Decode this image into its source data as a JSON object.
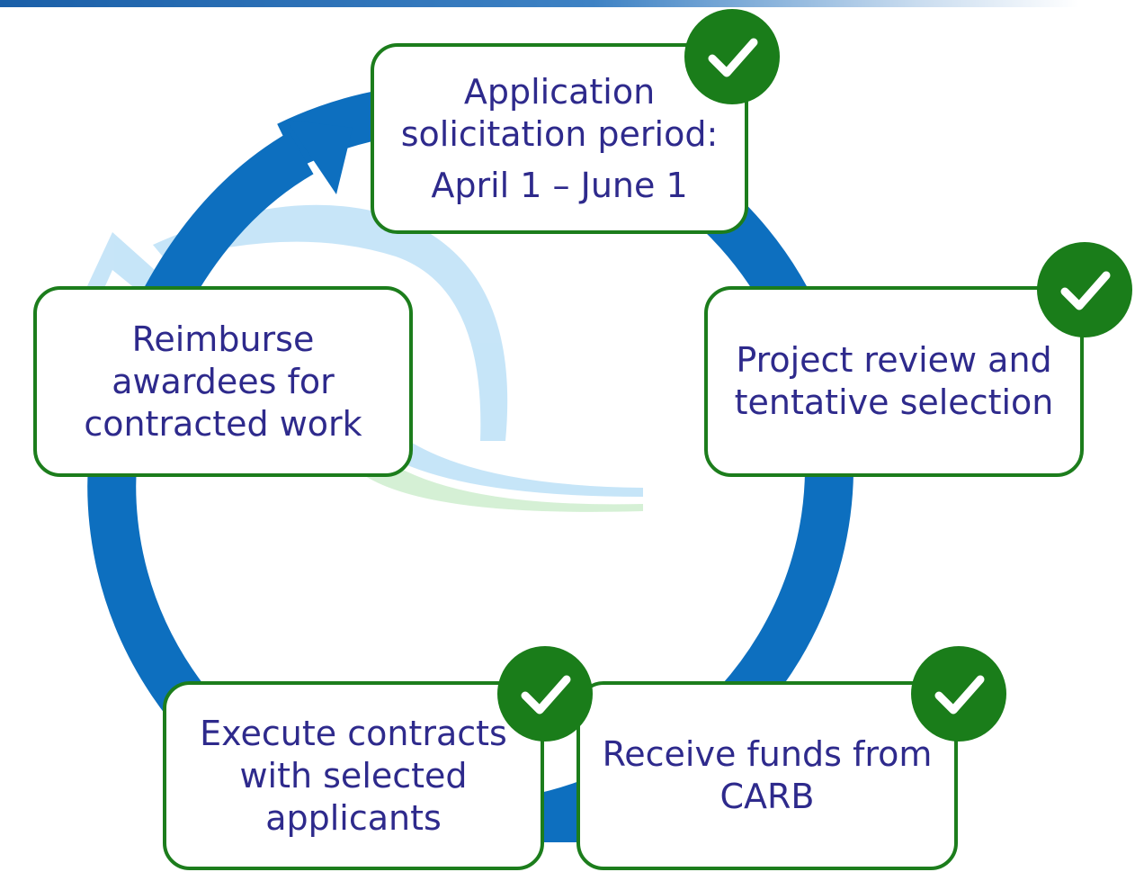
{
  "colors": {
    "cycle_arrow": "#0d6fbf",
    "box_border": "#1c7d1c",
    "check_badge": "#1a7d1a",
    "text": "#2e2a8c",
    "watermark_blue": "#bfe0f7",
    "watermark_green": "#cdeecd"
  },
  "steps": [
    {
      "id": "application",
      "lines": [
        "Application",
        "solicitation period:"
      ],
      "dates": "April 1 – June 1",
      "completed": true
    },
    {
      "id": "review",
      "lines": [
        "Project review and",
        "tentative selection"
      ],
      "completed": true
    },
    {
      "id": "funds",
      "lines": [
        "Receive funds from",
        "CARB"
      ],
      "completed": true
    },
    {
      "id": "contracts",
      "lines": [
        "Execute contracts",
        "with selected",
        "applicants"
      ],
      "completed": true
    },
    {
      "id": "reimburse",
      "lines": [
        "Reimburse",
        "awardees for",
        "contracted work"
      ],
      "completed": false
    }
  ],
  "icons": {
    "completed": "checkmark-icon",
    "cycle": "cycle-arrow-icon"
  }
}
